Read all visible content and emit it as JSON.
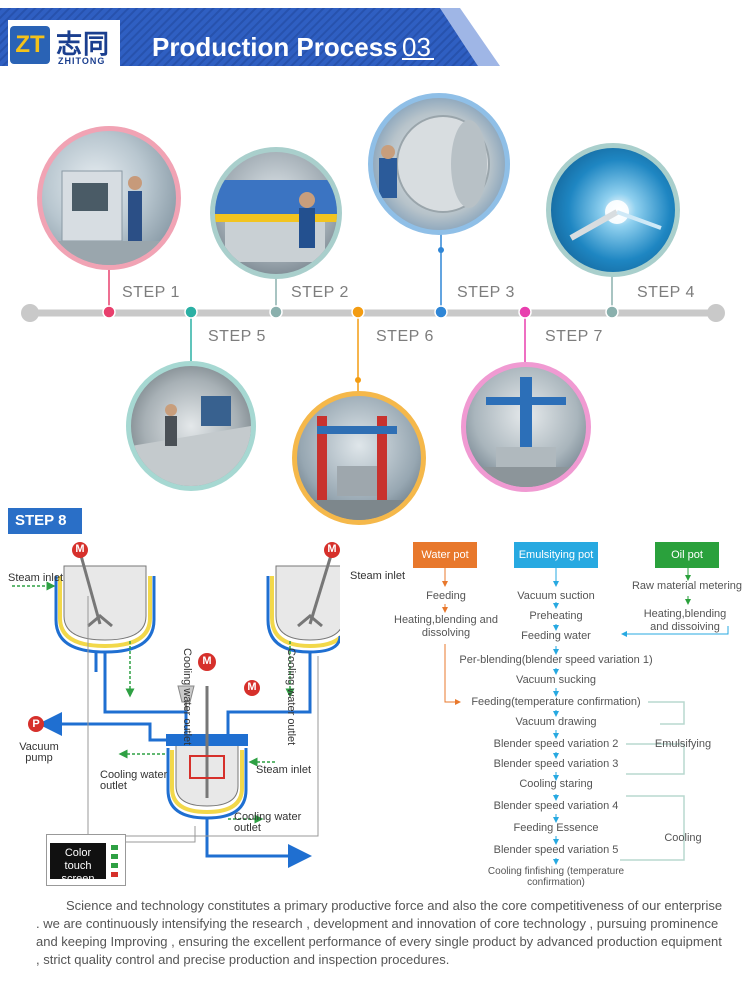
{
  "header": {
    "logo_cn": "志同",
    "logo_en": "ZHITONG",
    "logo_mark": "ZT",
    "title": "Production Process",
    "number": "03",
    "color": "#2a55b8"
  },
  "timeline": {
    "steps": [
      {
        "label": "STEP 1",
        "dot_color": "#e8406d",
        "photo": "cnc-machining-workshop"
      },
      {
        "label": "STEP 2",
        "dot_color": "#8ab0ad",
        "photo": "shearing-machine"
      },
      {
        "label": "STEP 3",
        "dot_color": "#2f86d6",
        "photo": "rolled-steel-cylinder"
      },
      {
        "label": "STEP 4",
        "dot_color": "#8ab0ad",
        "photo": "welding"
      },
      {
        "label": "STEP 5",
        "dot_color": "#2bb0a4",
        "photo": "stainless-sheet-processing"
      },
      {
        "label": "STEP 6",
        "dot_color": "#f39c12",
        "photo": "welding-gantry"
      },
      {
        "label": "STEP 7",
        "dot_color": "#e83fae",
        "photo": "automatic-welding-column"
      }
    ]
  },
  "step8": {
    "label": "STEP 8",
    "diagram": {
      "steam_inlet_left": "Steam inlet",
      "steam_inlet_right": "Steam inlet",
      "steam_inlet_center": "Steam inlet",
      "cooling_outlet_left": "Cooling water outlet",
      "cooling_outlet_right": "Cooling water outlet",
      "cooling_outlet_center_left": "Cooling water outlet",
      "cooling_outlet_center_bottom": "Cooling water outlet",
      "vacuum_pump": "Vacuum pump",
      "motor": "M",
      "pump_badge": "P",
      "control_panel": "Color touch screen"
    },
    "pots": [
      {
        "name": "Water pot",
        "color": "#e8782c"
      },
      {
        "name": "Emulsitying pot",
        "color": "#27a9e1"
      },
      {
        "name": "Oil pot",
        "color": "#2aa13c"
      }
    ],
    "water_steps": [
      "Feeding",
      "Heating,blending and dissolving"
    ],
    "oil_steps": [
      "Raw material metering",
      "Heating,blending and dissoiving"
    ],
    "emulsify_steps": [
      "Vacuum suction",
      "Preheating",
      "Feeding water",
      "Per-blending(blender speed variation 1)",
      "Vacuum sucking",
      "Feeding(temperature confirmation)",
      "Vacuum drawing",
      "Blender speed variation 2",
      "Blender speed variation 3",
      "Cooling staring",
      "Blender speed variation 4",
      "Feeding Essence",
      "Blender speed variation 5",
      "Cooling finfishing (temperature confirmation)"
    ],
    "groups": {
      "emulsifying": "Emulsifying",
      "cooling": "Cooling"
    }
  },
  "paragraph": "Science and technology constitutes a primary productive force and also the core competitiveness of our enterprise . we are continuously intensifying the research , development and innovation of core technology , pursuing prominence and keeping Improving , ensuring the excellent performance of every single product by advanced production equipment , strict quality control and precise production and inspection procedures."
}
